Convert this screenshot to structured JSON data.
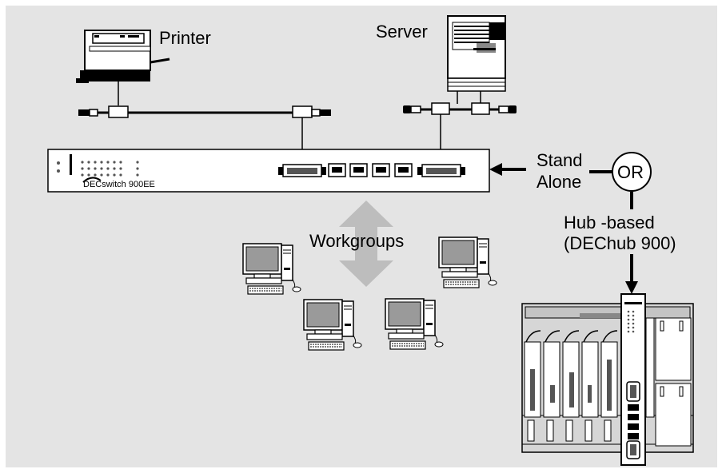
{
  "diagram": {
    "background_color": "#e4e4e4",
    "labels": {
      "printer": "Printer",
      "server": "Server",
      "switch_name": "DECswitch 900EE",
      "stand_alone_line1": "Stand",
      "stand_alone_line2": "Alone",
      "or": "OR",
      "hub_based_line1": "Hub -based",
      "hub_based_line2": "(DEChub 900)",
      "workgroups": "Workgroups"
    }
  }
}
